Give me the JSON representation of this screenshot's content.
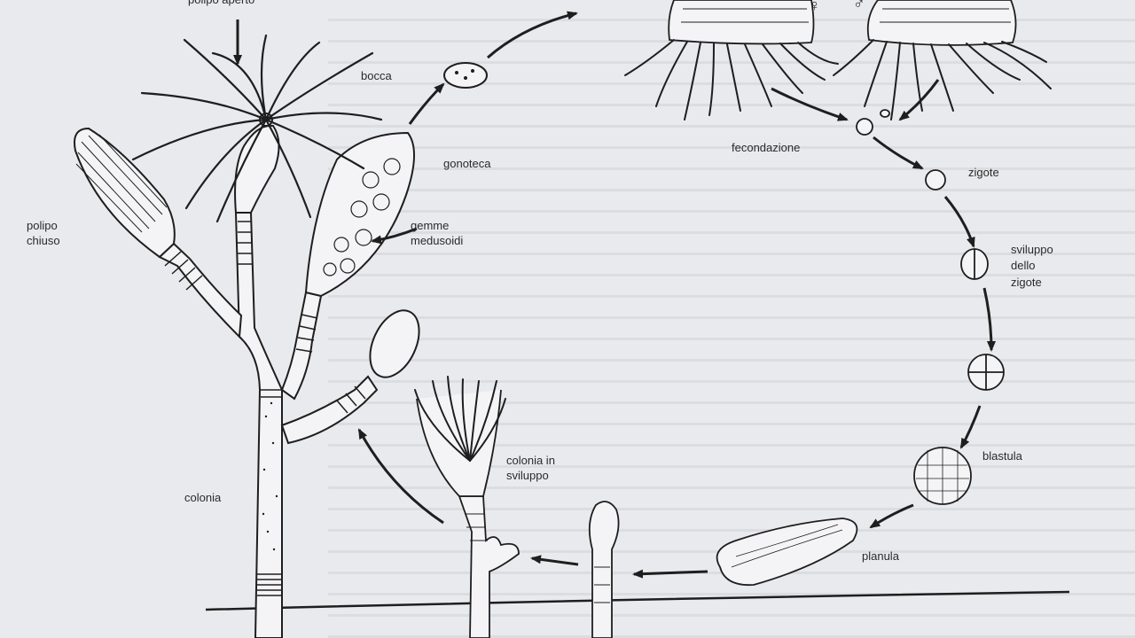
{
  "labels": {
    "polipo_aperto": "polipo aperto",
    "bocca": "bocca",
    "polipo_chiuso_1": "polipo",
    "polipo_chiuso_2": "chiuso",
    "gonoteca": "gonoteca",
    "gemme_1": "gemme",
    "gemme_2": "medusoidi",
    "colonia": "colonia",
    "colonia_sviluppo_1": "colonia in",
    "colonia_sviluppo_2": "sviluppo",
    "fecondazione": "fecondazione",
    "zigote": "zigote",
    "sviluppo_1": "sviluppo",
    "sviluppo_2": "dello",
    "sviluppo_3": "zigote",
    "blastula": "blastula",
    "planula": "planula",
    "female_symbol": "♀",
    "male_symbol": "♂"
  },
  "colors": {
    "paper": "#e9eaee",
    "ink": "#1e1e1e"
  }
}
